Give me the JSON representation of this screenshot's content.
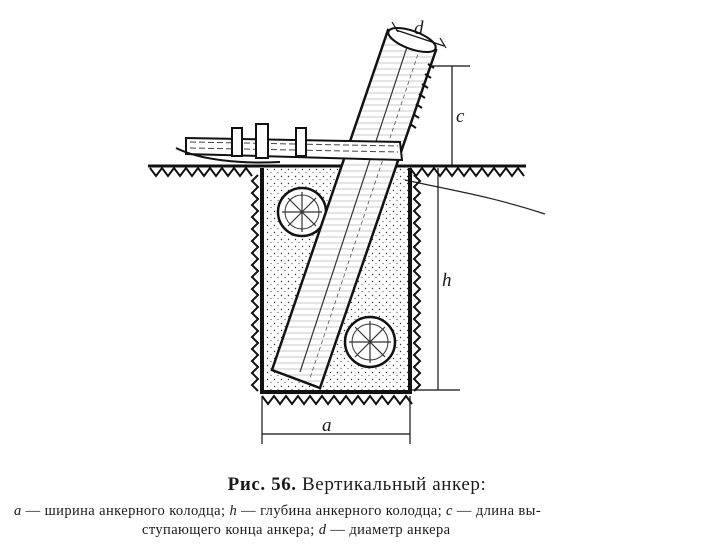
{
  "figure": {
    "labels": {
      "d": "d",
      "c": "c",
      "h": "h",
      "a": "a"
    }
  },
  "caption": {
    "number": "Рис. 56.",
    "title": "Вертикальный анкер:",
    "legend_line1": {
      "a_sym": "a",
      "a_text": " — ширина анкерного колодца; ",
      "h_sym": "h",
      "h_text": " — глубина анкерного колодца; ",
      "c_sym": "c",
      "c_text": " — длина вы-"
    },
    "legend_line2": {
      "text1": "ступающего конца анкера; ",
      "d_sym": "d",
      "d_text": " — диаметр анкера"
    }
  }
}
